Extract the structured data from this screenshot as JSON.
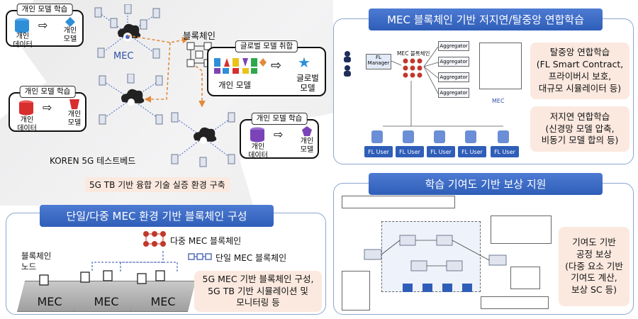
{
  "top_left": {
    "box1": {
      "header": "개인 모델 학습",
      "data_label": "개인\n데이터",
      "model_label": "개인\n모델"
    },
    "box2": {
      "header": "개인 모델 학습",
      "data_label": "개인\n데이터",
      "model_label": "개인\n모델"
    },
    "box3": {
      "header": "개인 모델 학습",
      "data_label": "개인\n데이터",
      "model_label": "개인\n모델"
    },
    "mec_label": "MEC",
    "blockchain_label": "블록체인",
    "global_box": {
      "header": "글로벌 모델 취합",
      "left_label": "개인 모델",
      "right_label": "글로벌\n모델"
    },
    "koren_label": "KOREN 5G 테스트베드",
    "testbed_caption": "5G TB 기반 융합 기술 실증 환경 구축"
  },
  "bottom_left": {
    "title": "단일/다중 MEC 환경 기반 블록체인 구성",
    "multi_label": "다중 MEC 블록체인",
    "single_label": "단일 MEC 블록체인",
    "node_label": "블록체인\n노드",
    "mec_labels": [
      "MEC",
      "MEC",
      "MEC"
    ],
    "callout": "5G MEC 기반 블록체인 구성,\n5G TB 기반 시뮬레이션 및\n모니터링 등"
  },
  "top_right": {
    "title": "MEC 블록체인 기반 저지연/탈중앙 연합학습",
    "callout1": "탈중앙 연합학습\n(FL Smart Contract,\n프라이버시 보호,\n대규모 시뮬레이터 등)",
    "callout2": "저지연 연합학습\n(신경망 모델 압축,\n비동기 모델 합의 등)",
    "fl_manager": "FL\nManager",
    "aggregators": [
      "Aggregator",
      "Aggregator",
      "Aggregator",
      "Aggregator"
    ],
    "fl_users": [
      "FL User",
      "FL User",
      "FL User",
      "FL User",
      "FL User"
    ],
    "mec_small": "MEC",
    "mec_chain_label": "MEC 블록체인"
  },
  "bottom_right": {
    "title": "학습 기여도 기반 보상 지원",
    "callout": "기여도 기반\n공정 보상\n(다중 요소 기반\n기여도 계산,\n보상 SC 등)"
  },
  "colors": {
    "title_blue": "#2f5eb8",
    "panel_border": "#8ca6cf",
    "callout_bg": "#fbe9df",
    "arrow_orange": "#e08a3c",
    "chain_red": "#c0392b"
  }
}
